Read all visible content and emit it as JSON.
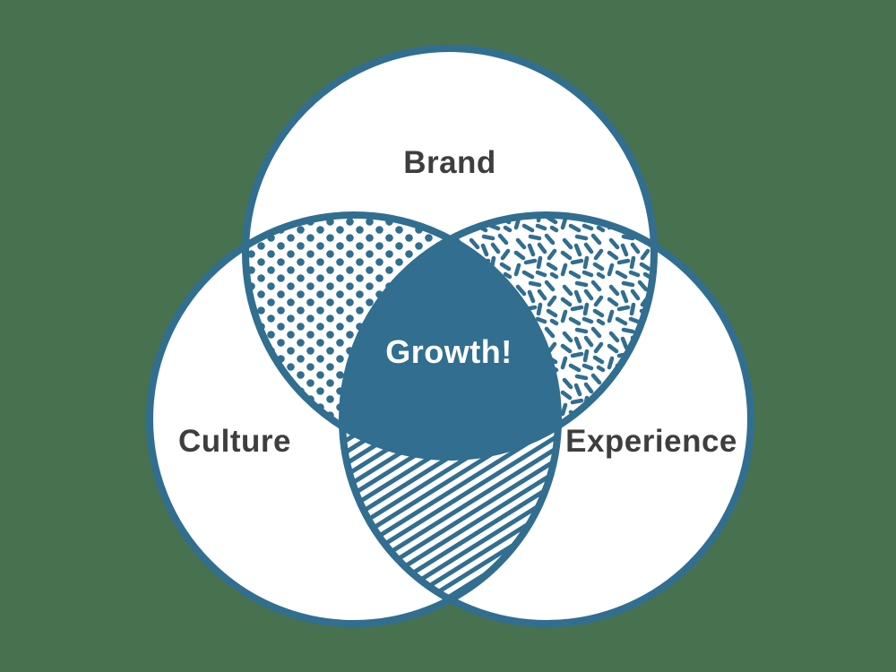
{
  "diagram": {
    "type": "venn",
    "description": "Three-circle Venn diagram on a green background; pairwise overlaps use teal-on-white patterns and the triple overlap is solid teal with a white label",
    "sets": [
      {
        "label": "Brand",
        "position": "top",
        "fill": "#ffffff"
      },
      {
        "label": "Culture",
        "position": "bottom-left",
        "fill": "#ffffff"
      },
      {
        "label": "Experience",
        "position": "bottom-right",
        "fill": "#ffffff"
      }
    ],
    "overlaps": [
      {
        "between": [
          "Brand",
          "Culture"
        ],
        "pattern": "polka-dots"
      },
      {
        "between": [
          "Brand",
          "Experience"
        ],
        "pattern": "confetti-dashes"
      },
      {
        "between": [
          "Culture",
          "Experience"
        ],
        "pattern": "diagonal-stripes"
      },
      {
        "between": [
          "Brand",
          "Culture",
          "Experience"
        ],
        "pattern": "solid",
        "label": "Growth!"
      }
    ],
    "center_label": "Growth!"
  },
  "colors": {
    "background": "#48714f",
    "circle_outline": "#316e90",
    "pattern_ink": "#316e90",
    "center_fill": "#316e90",
    "set_label_text": "#3e3e3e",
    "center_label_text": "#ffffff"
  }
}
